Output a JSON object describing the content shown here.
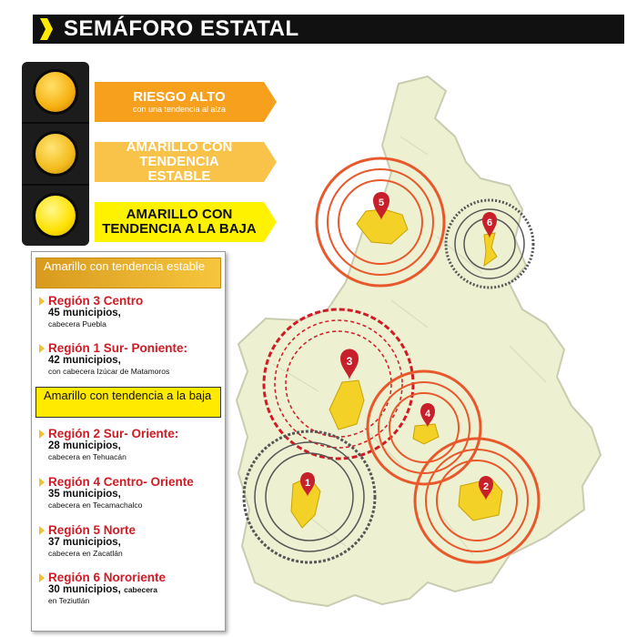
{
  "header": {
    "title": "SEMÁFORO ESTATAL"
  },
  "traffic_light": {
    "levels": [
      {
        "title": "RIESGO ALTO",
        "subtitle": "con una tendencia al alza",
        "color": "#f7a01e",
        "text_color": "#ffffff"
      },
      {
        "title": "AMARILLO CON TENDENCIA ESTABLE",
        "subtitle": "",
        "color": "#f9c249",
        "text_color": "#ffffff"
      },
      {
        "title": "AMARILLO CON TENDENCIA A LA BAJA",
        "subtitle": "",
        "color": "#fff200",
        "text_color": "#111111"
      }
    ]
  },
  "panel": {
    "group1_title": "Amarillo con tendencia estable",
    "group2_title": "Amarillo con tendencia a la baja",
    "regions": [
      {
        "name": "Región 3 Centro",
        "municipios": "45 municipios,",
        "cabecera": "cabecera Puebla"
      },
      {
        "name": "Región 1 Sur- Poniente:",
        "municipios": "42 municipios,",
        "cabecera": "con cabecera Izúcar de Matamoros"
      },
      {
        "name": "Región 2 Sur- Oriente:",
        "municipios": "28 municipios,",
        "cabecera": "cabecera en Tehuacán"
      },
      {
        "name": "Región 4 Centro- Oriente",
        "municipios": "35 municipios,",
        "cabecera": "cabecera en Tecamachalco"
      },
      {
        "name": "Región 5 Norte",
        "municipios": "37 municipios,",
        "cabecera": "cabecera en Zacatlán"
      },
      {
        "name": "Región 6 Nororiente",
        "municipios": "30 municipios,",
        "municipios_extra": "cabecera",
        "cabecera": "en Teziutlán"
      }
    ]
  },
  "map": {
    "markers": [
      {
        "label": "5",
        "ring_color": "#e8582b"
      },
      {
        "label": "6",
        "ring_color": "#555555"
      },
      {
        "label": "3",
        "ring_color": "#d01b24"
      },
      {
        "label": "4",
        "ring_color": "#e8582b"
      },
      {
        "label": "1",
        "ring_color": "#555555"
      },
      {
        "label": "2",
        "ring_color": "#e8582b"
      }
    ],
    "colors": {
      "state_fill": "#eef0d2",
      "state_stroke": "#c9ccb0",
      "region_fill": "#f3d126",
      "pin": "#c7202a"
    }
  }
}
